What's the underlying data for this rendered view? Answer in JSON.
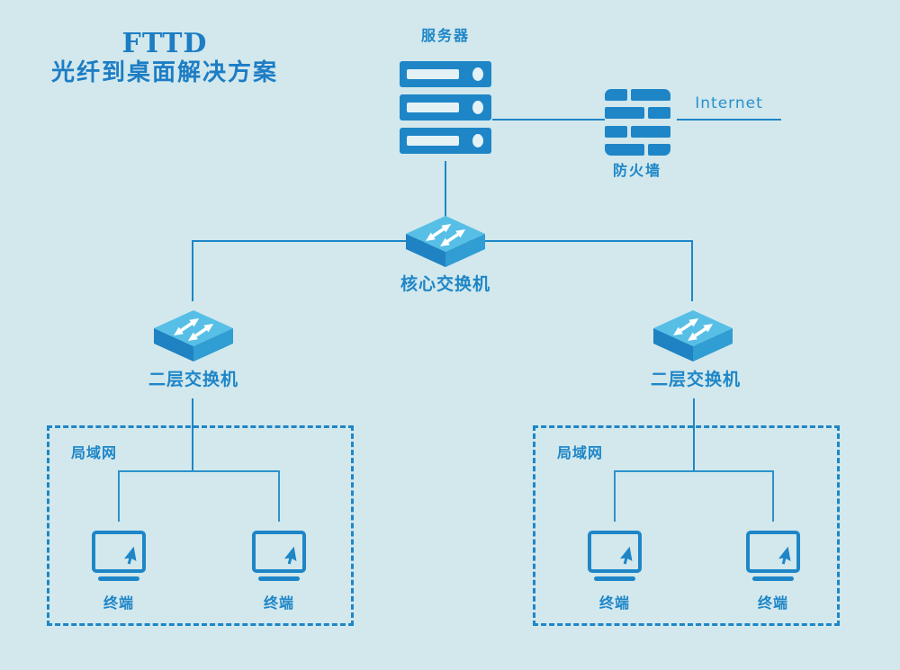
{
  "title": {
    "line1": "FTTD",
    "line2": "光纤到桌面解决方案"
  },
  "colors": {
    "background": "#d2e8ed",
    "accent": "#1e86c7",
    "title_text": "#1d7dc4",
    "connector": "#1e86c7",
    "connector_thin": "#2b92cc",
    "cutout": "#e4f2f6",
    "switch_top": "#57bfe6",
    "switch_left": "#1f82c2",
    "switch_right": "#309dd3",
    "arrow": "#ffffff"
  },
  "nodes": {
    "server": {
      "label": "服务器"
    },
    "firewall": {
      "label": "防火墙"
    },
    "internet": {
      "label": "Internet"
    },
    "core_switch": {
      "label": "核心交换机"
    },
    "switch_left": {
      "label": "二层交换机"
    },
    "switch_right": {
      "label": "二层交换机"
    },
    "lan_left": {
      "label": "局域网",
      "terminals": [
        {
          "label": "终端"
        },
        {
          "label": "终端"
        }
      ]
    },
    "lan_right": {
      "label": "局域网",
      "terminals": [
        {
          "label": "终端"
        },
        {
          "label": "终端"
        }
      ]
    }
  }
}
